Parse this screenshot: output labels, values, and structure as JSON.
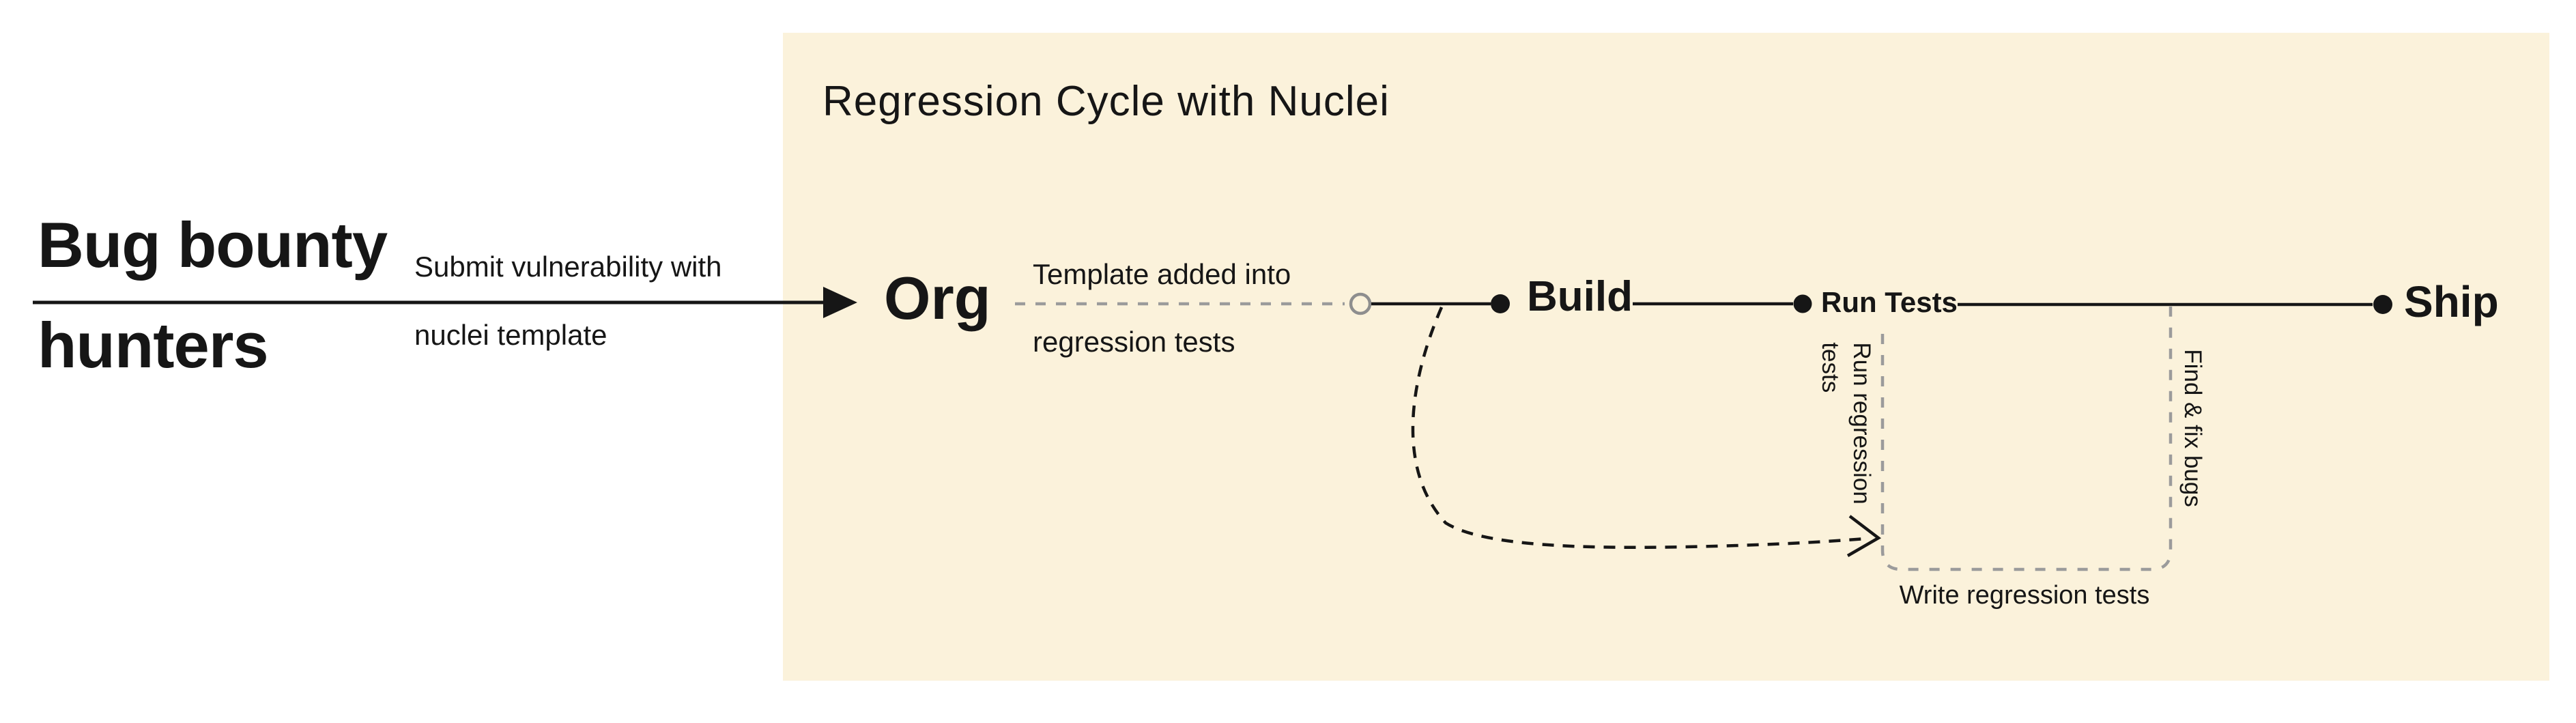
{
  "colors": {
    "panel_bg": "#FBF2DB",
    "ink": "#161616",
    "muted_gray": "#9B9B9B"
  },
  "actor": {
    "line1": "Bug bounty",
    "line2": "hunters"
  },
  "submit_edge": {
    "line1": "Submit vulnerability with",
    "line2": "nuclei template"
  },
  "panel": {
    "title": "Regression Cycle with Nuclei"
  },
  "nodes": {
    "org": "Org",
    "build": "Build",
    "run_tests": "Run Tests",
    "ship": "Ship"
  },
  "edge_labels": {
    "template": {
      "line1": "Template added into",
      "line2": "regression tests"
    },
    "run_regression": {
      "line1": "Run regression",
      "line2": "tests"
    },
    "find_fix": "Find & fix bugs",
    "write_tests": "Write regression tests"
  }
}
